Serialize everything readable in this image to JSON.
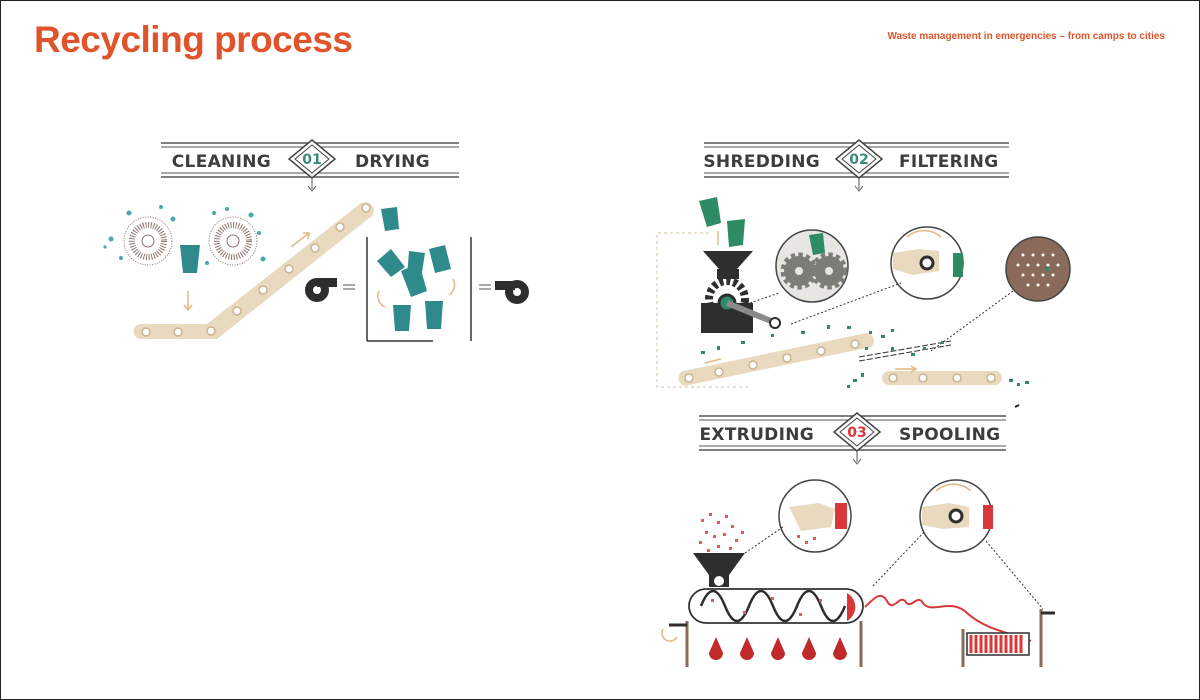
{
  "header": {
    "title": "Recycling process",
    "subtitle": "Waste management in emergencies – from camps to cities"
  },
  "stages": [
    {
      "number": "01",
      "left_label": "CLEANING",
      "right_label": "DRYING",
      "num_color": "#3a8a7a"
    },
    {
      "number": "02",
      "left_label": "SHREDDING",
      "right_label": "FILTERING",
      "num_color": "#3a8a7a"
    },
    {
      "number": "03",
      "left_label": "EXTRUDING",
      "right_label": "SPOOLING",
      "num_color": "#d9383a"
    }
  ],
  "colors": {
    "accent": "#e0542b",
    "teal": "#2f8a8c",
    "green": "#2e8b63",
    "red": "#d9383a",
    "dark": "#2e2e2e",
    "belt": "#e8d9bf"
  }
}
